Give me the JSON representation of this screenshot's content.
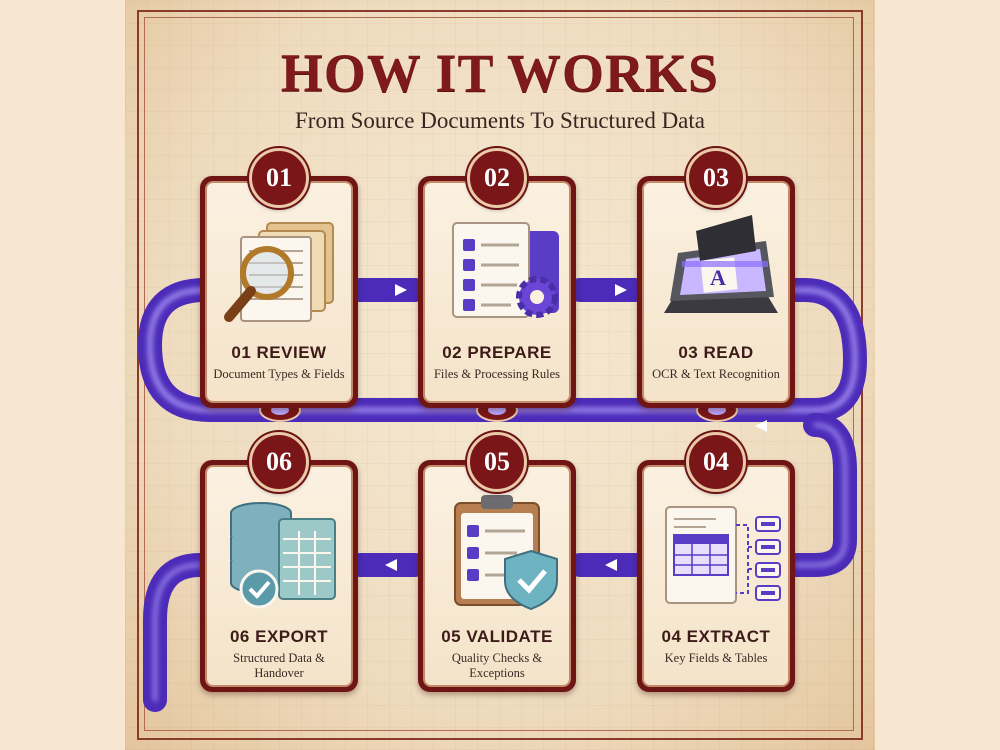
{
  "header": {
    "title": "HOW IT WORKS",
    "subtitle": "From Source Documents To Structured Data"
  },
  "colors": {
    "maroon": "#7a1618",
    "track_purple": "#5a35d0",
    "track_glow": "#b9a6ff",
    "parchment": "#f4e3c9"
  },
  "steps": [
    {
      "badge": "01",
      "title": "01  REVIEW",
      "subtitle": "Document Types & Fields",
      "icon": "magnifier-folder-icon"
    },
    {
      "badge": "02",
      "title": "02  PREPARE",
      "subtitle": "Files & Processing Rules",
      "icon": "checklist-gear-icon"
    },
    {
      "badge": "03",
      "title": "03  READ",
      "subtitle": "OCR & Text Recognition",
      "icon": "scanner-icon"
    },
    {
      "badge": "04",
      "title": "04  EXTRACT",
      "subtitle": "Key Fields & Tables",
      "icon": "table-extract-icon"
    },
    {
      "badge": "05",
      "title": "05  VALIDATE",
      "subtitle": "Quality Checks & Exceptions",
      "icon": "clipboard-shield-icon"
    },
    {
      "badge": "06",
      "title": "06  EXPORT",
      "subtitle": "Structured Data & Handover",
      "icon": "database-export-icon"
    }
  ]
}
